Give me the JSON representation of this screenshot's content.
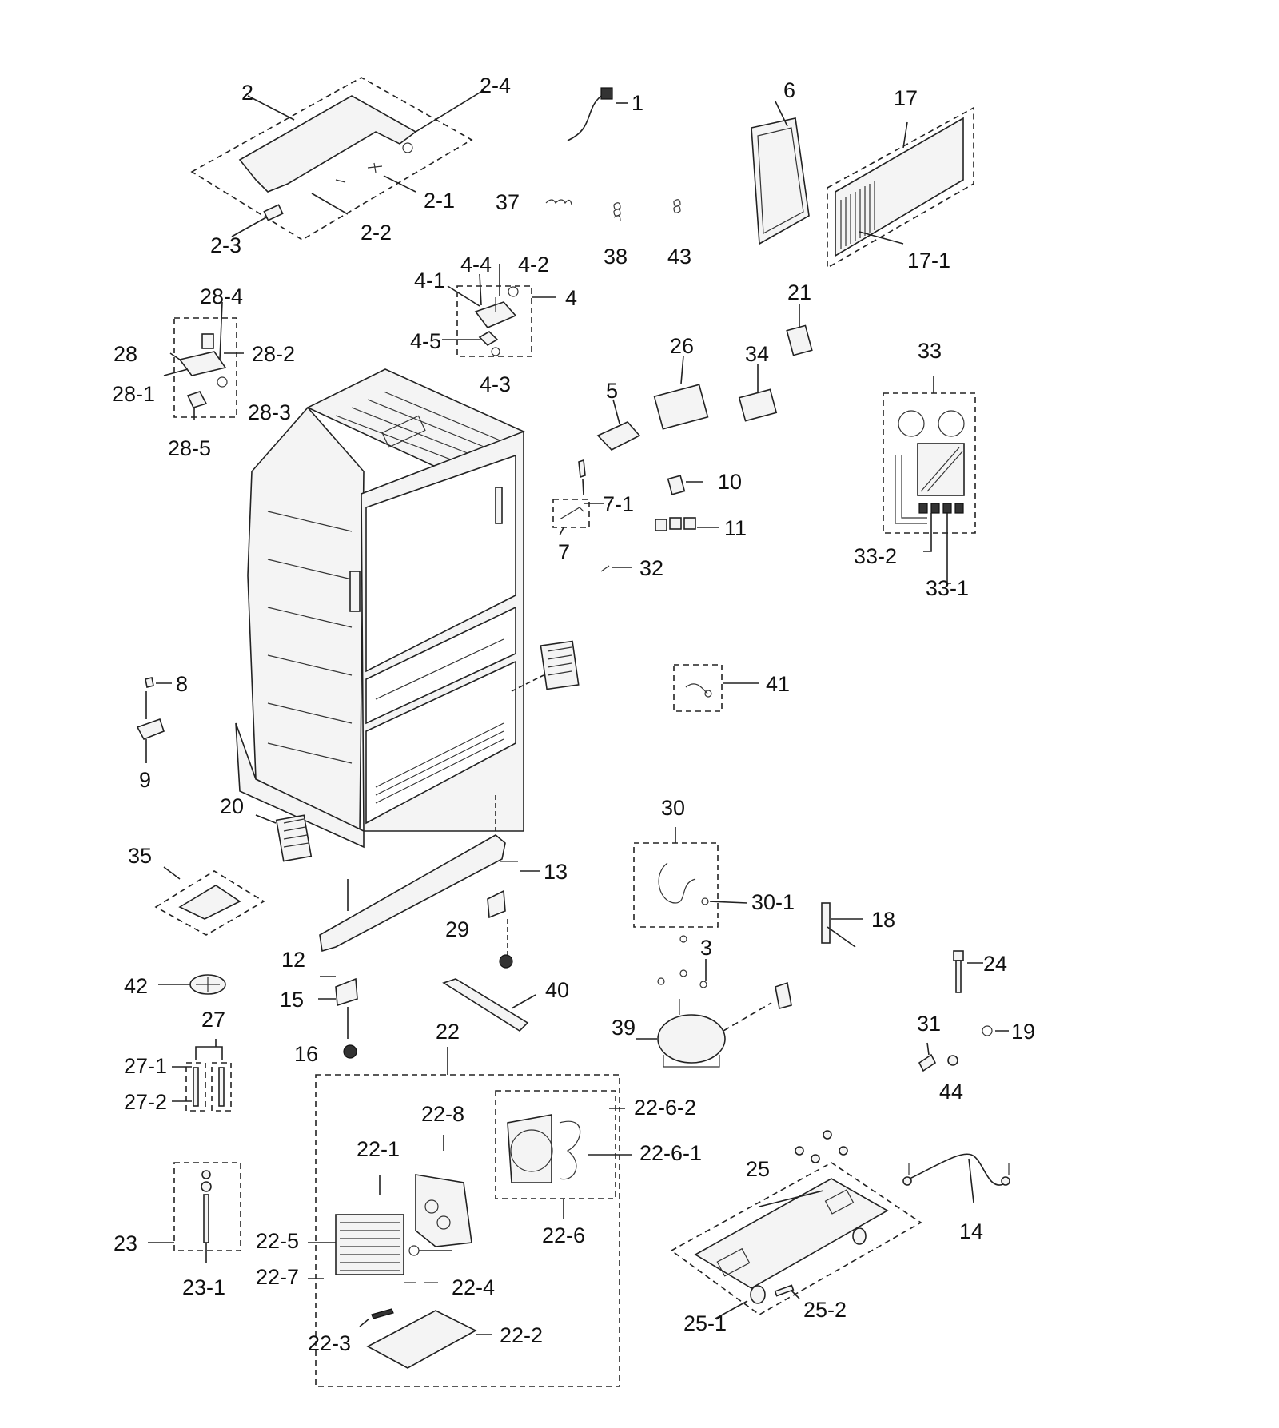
{
  "labels": {
    "l1": "1",
    "l2": "2",
    "l2_1": "2-1",
    "l2_2": "2-2",
    "l2_3": "2-3",
    "l2_4": "2-4",
    "l3": "3",
    "l4": "4",
    "l4_1": "4-1",
    "l4_2": "4-2",
    "l4_3": "4-3",
    "l4_4": "4-4",
    "l4_5": "4-5",
    "l5": "5",
    "l6": "6",
    "l7": "7",
    "l7_1": "7-1",
    "l8": "8",
    "l9": "9",
    "l10": "10",
    "l11": "11",
    "l12": "12",
    "l13": "13",
    "l14": "14",
    "l15": "15",
    "l16": "16",
    "l17": "17",
    "l17_1": "17-1",
    "l18": "18",
    "l19": "19",
    "l20": "20",
    "l21": "21",
    "l22": "22",
    "l22_1": "22-1",
    "l22_2": "22-2",
    "l22_3": "22-3",
    "l22_4": "22-4",
    "l22_5": "22-5",
    "l22_6": "22-6",
    "l22_6_1": "22-6-1",
    "l22_6_2": "22-6-2",
    "l22_7": "22-7",
    "l22_8": "22-8",
    "l23": "23",
    "l23_1": "23-1",
    "l24": "24",
    "l25": "25",
    "l25_1": "25-1",
    "l25_2": "25-2",
    "l26": "26",
    "l27": "27",
    "l27_1": "27-1",
    "l27_2": "27-2",
    "l28": "28",
    "l28_1": "28-1",
    "l28_2": "28-2",
    "l28_3": "28-3",
    "l28_4": "28-4",
    "l28_5": "28-5",
    "l29": "29",
    "l30": "30",
    "l30_1": "30-1",
    "l31": "31",
    "l32": "32",
    "l33": "33",
    "l33_1": "33-1",
    "l33_2": "33-2",
    "l34": "34",
    "l35": "35",
    "l37": "37",
    "l38": "38",
    "l39": "39",
    "l40": "40",
    "l41": "41",
    "l42": "42",
    "l43": "43",
    "l44": "44"
  }
}
